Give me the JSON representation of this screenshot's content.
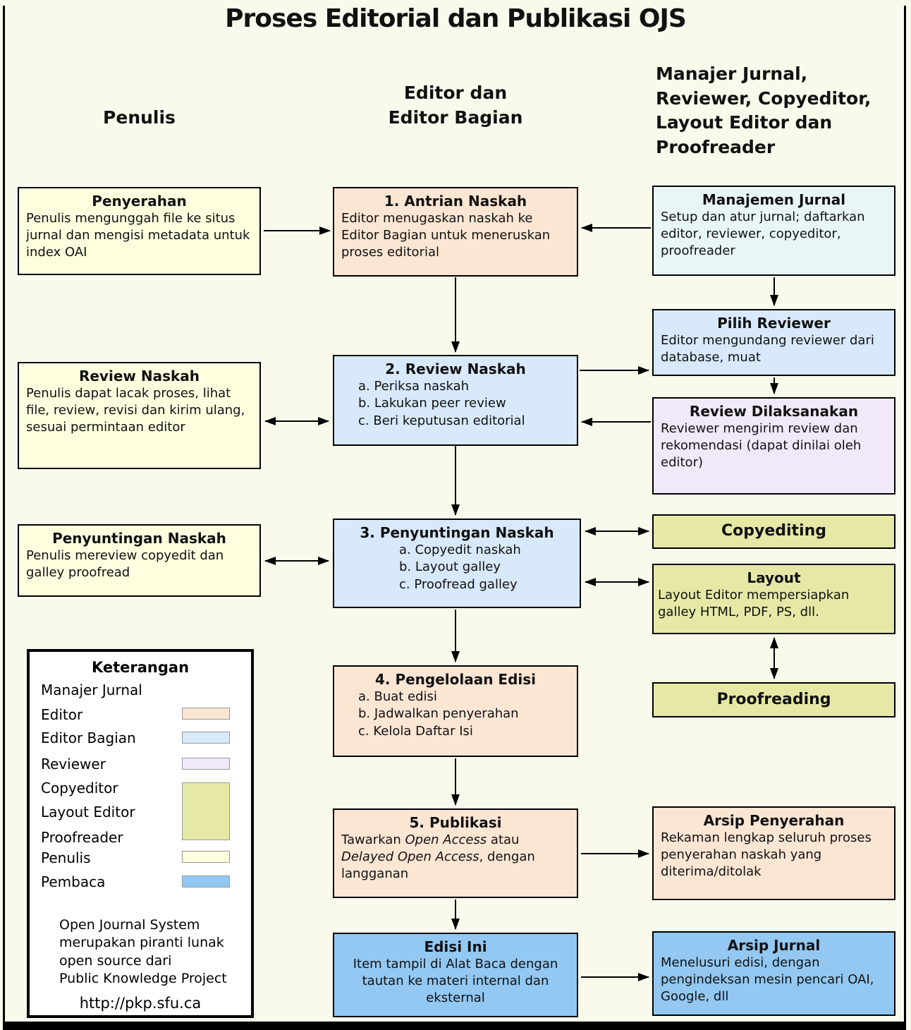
{
  "page": {
    "title": "Proses Editorial dan Publikasi OJS",
    "column_headers": {
      "left": "Penulis",
      "middle": "Editor dan\nEditor Bagian",
      "right": "Manajer Jurnal,\nReviewer, Copyeditor,\nLayout Editor dan\nProofreader"
    }
  },
  "colors": {
    "background": "#fafaec",
    "author_yellow": "#fdffdf",
    "editor_peach": "#fbe5d3",
    "section_editor_blue": "#d7e9fa",
    "manager_cyan": "#e9f6f8",
    "reviewer_lavender": "#f1e9fa",
    "production_olive": "#e6e9a6",
    "reader_blue": "#92c8f2",
    "legend_white": "#ffffff"
  },
  "boxes": {
    "penyerahan": {
      "title": "Penyerahan",
      "body": "Penulis mengunggah file ke situs jurnal dan mengisi metadata untuk index OAI"
    },
    "antrian_naskah": {
      "title": "1. Antrian Naskah",
      "body": "Editor menugaskan naskah ke Editor Bagian untuk meneruskan proses editorial"
    },
    "manajemen_jurnal": {
      "title": "Manajemen Jurnal",
      "body": "Setup dan atur jurnal; daftarkan editor, reviewer, copyeditor, proofreader"
    },
    "pilih_reviewer": {
      "title": "Pilih Reviewer",
      "body": "Editor mengundang reviewer dari database, muat"
    },
    "review_dilaksanakan": {
      "title": "Review Dilaksanakan",
      "body": "Reviewer mengirim review dan rekomendasi (dapat dinilai oleh editor)"
    },
    "review_naskah_penulis": {
      "title": "Review Naskah",
      "body": "Penulis dapat lacak proses, lihat file, review, revisi dan kirim ulang, sesuai permintaan editor"
    },
    "review_naskah": {
      "title": "2. Review Naskah",
      "items": [
        "a. Periksa naskah",
        "b. Lakukan peer review",
        "c. Beri keputusan editorial"
      ]
    },
    "penyuntingan_naskah_penulis": {
      "title": "Penyuntingan Naskah",
      "body": "Penulis mereview copyedit dan galley proofread"
    },
    "penyuntingan_naskah": {
      "title": "3. Penyuntingan Naskah",
      "items": [
        "a. Copyedit naskah",
        "b. Layout galley",
        "c. Proofread galley"
      ]
    },
    "copyediting": {
      "title": "Copyediting"
    },
    "layout": {
      "title": "Layout",
      "body": "Layout Editor mempersiapkan galley HTML, PDF, PS, dll."
    },
    "proofreading": {
      "title": "Proofreading"
    },
    "pengelolaan_edisi": {
      "title": "4. Pengelolaan Edisi",
      "items": [
        "a. Buat edisi",
        "b. Jadwalkan penyerahan",
        "c. Kelola Daftar Isi"
      ]
    },
    "publikasi": {
      "title": "5. Publikasi",
      "segments": [
        {
          "text": "Tawarkan "
        },
        {
          "text": "Open Access",
          "italic": true
        },
        {
          "text": " atau "
        },
        {
          "text": "Delayed Open Access",
          "italic": true
        },
        {
          "text": ", dengan langganan"
        }
      ]
    },
    "arsip_penyerahan": {
      "title": "Arsip Penyerahan",
      "body": "Rekaman lengkap seluruh proses penyerahan naskah yang diterima/ditolak"
    },
    "edisi_ini": {
      "title": "Edisi Ini",
      "body": "Item tampil di Alat Baca dengan tautan ke materi internal dan eksternal"
    },
    "arsip_jurnal": {
      "title": "Arsip Jurnal",
      "body": "Menelusuri edisi, dengan pengindeksan mesin pencari OAI, Google, dll"
    }
  },
  "legend": {
    "title": "Keterangan",
    "items": [
      {
        "label": "Manajer Jurnal",
        "swatch": null
      },
      {
        "label": "Editor",
        "swatch": "#fbe5d3"
      },
      {
        "label": "Editor Bagian",
        "swatch": "#d7e9fa"
      },
      {
        "label": "Reviewer",
        "swatch": "#f1e9fa"
      },
      {
        "label": "Copyeditor"
      },
      {
        "label": "Layout Editor"
      },
      {
        "label": "Proofreader"
      },
      {
        "label": "Penulis",
        "swatch": "#fdffdf"
      },
      {
        "label": "Pembaca",
        "swatch": "#92c8f2"
      }
    ],
    "group_swatch": "#e6e9a6",
    "note": "Open Journal System\nmerupakan piranti lunak\nopen source dari\nPublic Knowledge Project",
    "url": "http://pkp.sfu.ca"
  }
}
